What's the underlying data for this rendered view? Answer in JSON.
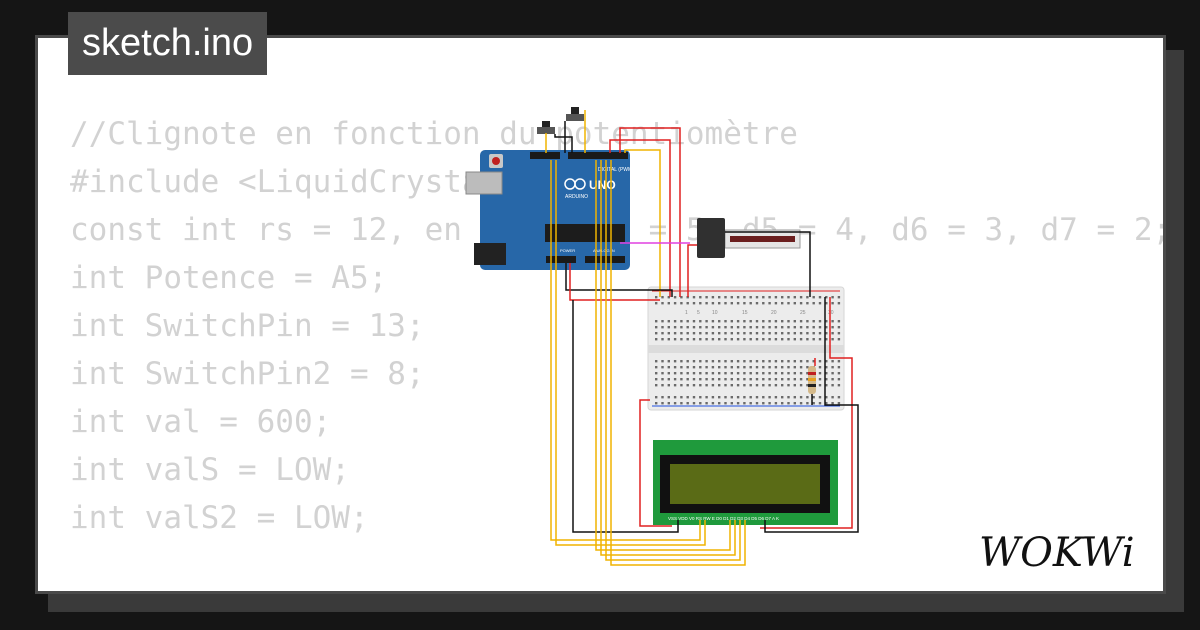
{
  "file": {
    "name": "sketch.ino"
  },
  "code_lines": [
    "//Clignote en fonction du potentiomètre",
    "",
    "#include <LiquidCrystal.h>",
    "",
    "const int rs = 12, en = 11, d4 = 5, d5 = 4, d6 = 3, d7 = 2;",
    "int Potence = A5;",
    "int SwitchPin = 13;",
    "int SwitchPin2 = 8;",
    "int val = 600;",
    "int valS = LOW;",
    "int valS2 = LOW;"
  ],
  "board": {
    "brand": "UNO",
    "maker": "ARDUINO",
    "digital_label": "DIGITAL (PWM ~)",
    "power_label": "POWER",
    "analog_label": "ANALOG IN"
  },
  "breadboard": {
    "column_labels": [
      "1",
      "5",
      "10",
      "15",
      "20",
      "25",
      "30"
    ]
  },
  "lcd": {
    "pins_label": "VSS VDD V0 RS RW E D0 D1 D2 D3 D4 D5 D6 D7 A K"
  },
  "brand": {
    "logo_text": "WOKWi"
  },
  "colors": {
    "board": "#2767a8",
    "wire_red": "#e02020",
    "wire_black": "#111111",
    "wire_orange": "#f0b400",
    "wire_magenta": "#e040e0",
    "lcd_screen": "#5a6b16",
    "lcd_pcb": "#1f9a3c"
  }
}
